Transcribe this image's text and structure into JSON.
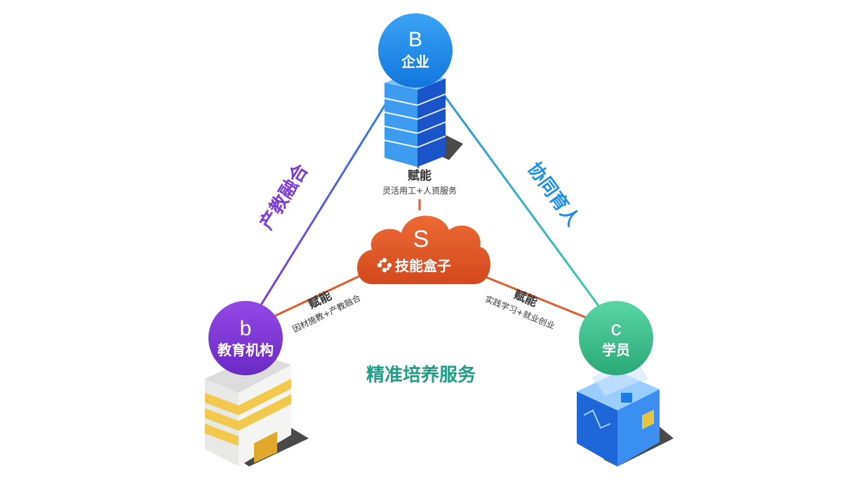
{
  "nodes": {
    "enterprise": {
      "letter": "B",
      "label": "企业",
      "color": "#1f8ee8"
    },
    "institution": {
      "letter": "b",
      "label": "教育机构",
      "color": "#7a35d6"
    },
    "student": {
      "letter": "c",
      "label": "学员",
      "color": "#3dbe8f"
    },
    "hub": {
      "letter": "S",
      "brand": "技能盒子",
      "color": "#e05a2b"
    }
  },
  "sides": {
    "left": "产教融合",
    "right": "协同育人",
    "bottom": "精准培养服务"
  },
  "connectors": {
    "top": {
      "title": "赋能",
      "sub": "灵活用工+人资服务"
    },
    "left": {
      "title": "赋能",
      "sub": "因材施教+产教融合"
    },
    "right": {
      "title": "赋能",
      "sub": "实践学习+就业创业"
    }
  },
  "colors": {
    "side_left": "#7b3bd6",
    "side_right": "#1f8ee8",
    "side_bottom": "#1f9e86",
    "connector": "#e05a2b"
  }
}
